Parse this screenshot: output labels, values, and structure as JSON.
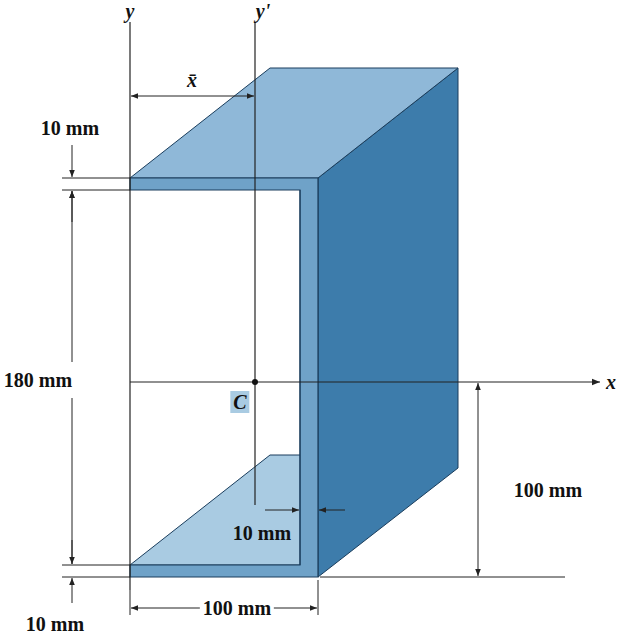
{
  "diagram": {
    "labels": [
      "y",
      "y'",
      "x̄",
      "10 mm",
      "180 mm",
      "C",
      "x",
      "100 mm",
      "10 mm",
      "10 mm",
      "100 mm"
    ]
  }
}
